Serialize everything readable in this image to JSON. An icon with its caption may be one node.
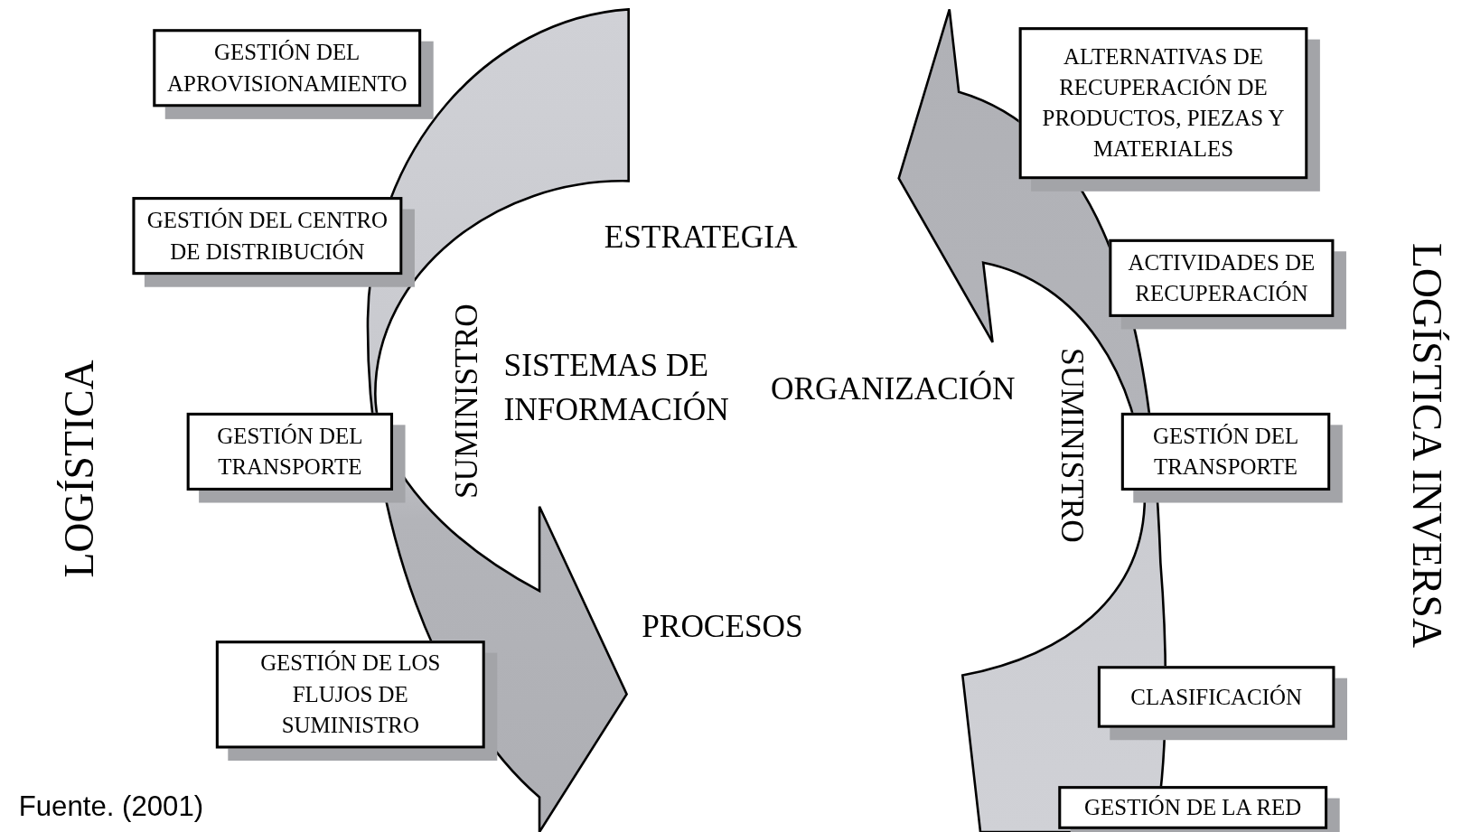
{
  "diagram": {
    "caption": "Fuente. (2001)",
    "nodes": [
      {
        "text": [
          "GESTIÓN DEL APROVISIONAMIENTO"
        ]
      },
      {
        "text": [
          "GESTIÓN DEL CENTRO DE DISTRIBUCIÓN"
        ]
      },
      {
        "text": [
          "GESTIÓN DEL TRANSPORTE"
        ]
      },
      {
        "text": [
          "GESTIÓN DE LOS FLUJOS DE SUMINISTRO"
        ]
      },
      {
        "text": [
          "ALTERNATIVAS DE RECUPERACIÓN DE PRODUCTOS, PIEZAS Y MATERIALES"
        ]
      },
      {
        "text": [
          "ACTIVIDADES DE RECUPERACIÓN"
        ]
      },
      {
        "text": [
          "GESTIÓN DEL TRANSPORTE"
        ]
      },
      {
        "text": [
          "CLASIFICACIÓN"
        ]
      },
      {
        "text": [
          "GESTIÓN DE LA RED"
        ]
      }
    ],
    "labels": [
      "LOGÍSTICA",
      "ESTRATEGIA",
      "SUMINISTRO",
      "SISTEMAS DE INFORMACIÓN",
      "ORGANIZACIÓN",
      "SUMINISTRO",
      "PROCESOS",
      "LOGÍSTICA INVERSA"
    ]
  }
}
